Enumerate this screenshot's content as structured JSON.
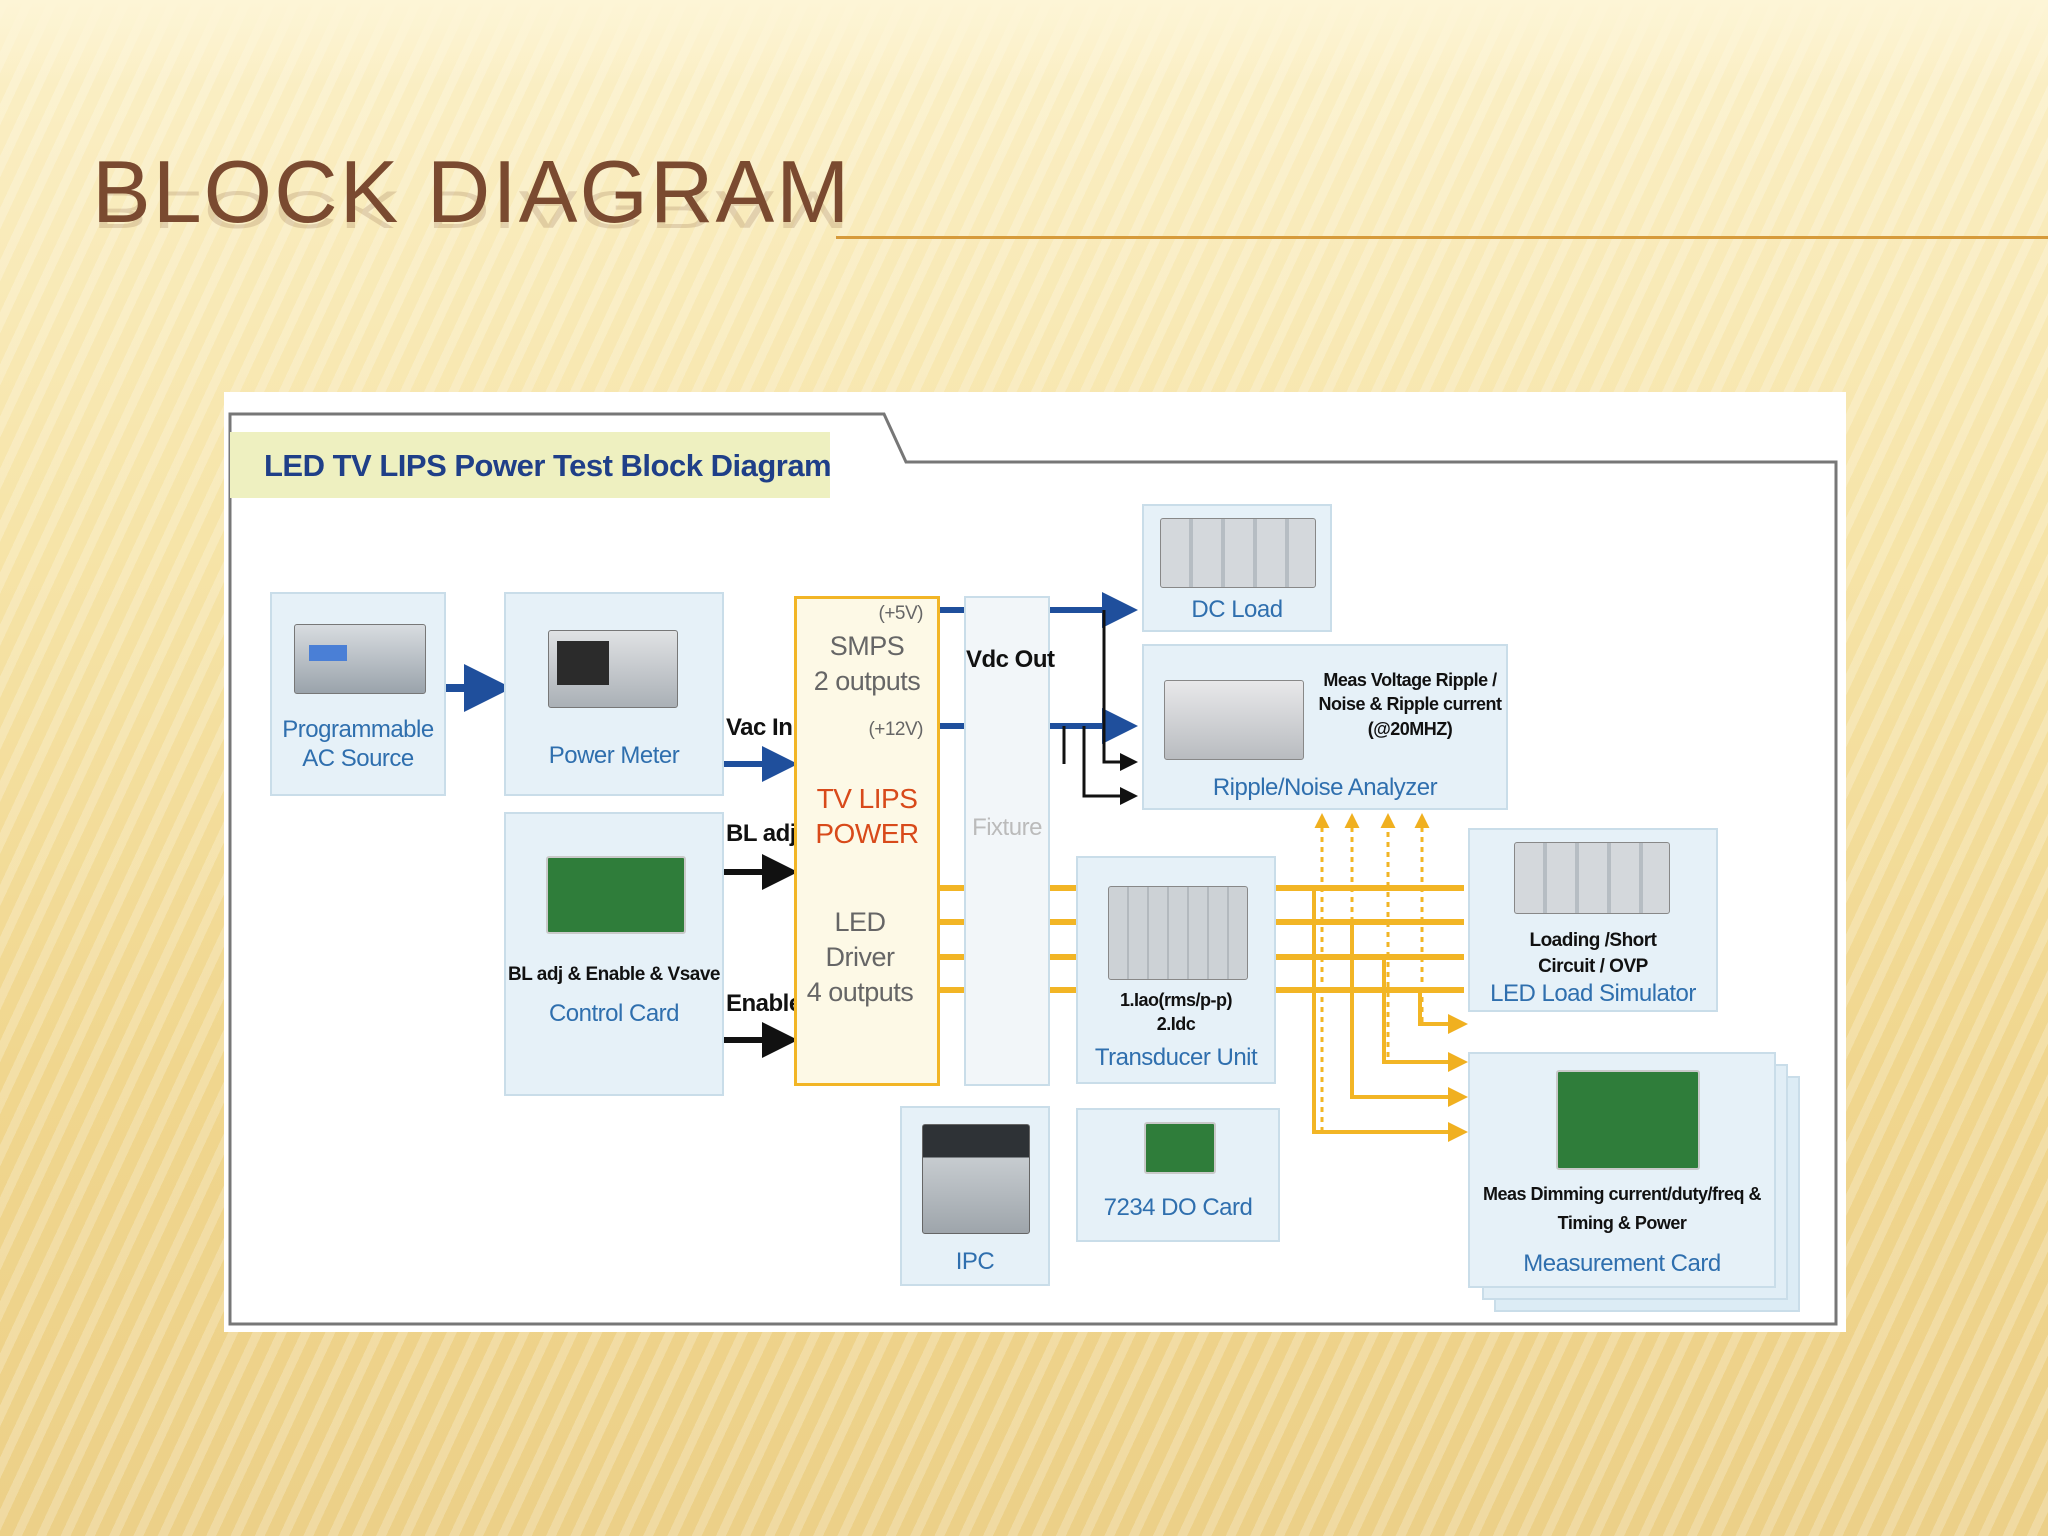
{
  "slide": {
    "title": "Block Diagram"
  },
  "diagram": {
    "header": "LED TV LIPS Power Test Block Diagram",
    "nodes": {
      "ac_source": "Programmable\nAC Source",
      "power_meter": "Power Meter",
      "control_card_desc": "BL adj & Enable & Vsave",
      "control_card": "Control Card",
      "smps": "SMPS\n2 outputs",
      "tv_lips": "TV LIPS\nPOWER",
      "led_driver": "LED Driver\n4 outputs",
      "plus5v": "(+5V)",
      "plus12v": "(+12V)",
      "vdc_out": "Vdc Out",
      "fixture": "Fixture",
      "dc_load": "DC Load",
      "ripple_desc": "Meas Voltage Ripple /\nNoise & Ripple current\n(@20MHZ)",
      "ripple": "Ripple/Noise Analyzer",
      "transducer_desc": "1.Iao(rms/p-p)\n2.Idc",
      "transducer": "Transducer Unit",
      "led_load_desc": "Loading /Short\nCircuit / OVP",
      "led_load": "LED Load Simulator",
      "do_card": "7234 DO Card",
      "ipc": "IPC",
      "meas_desc": "Meas Dimming current/duty/freq &\nTiming & Power",
      "meas_card": "Measurement Card"
    },
    "signals": {
      "vac_in": "Vac In",
      "bl_adj": "BL adj",
      "enable": "Enable"
    }
  }
}
